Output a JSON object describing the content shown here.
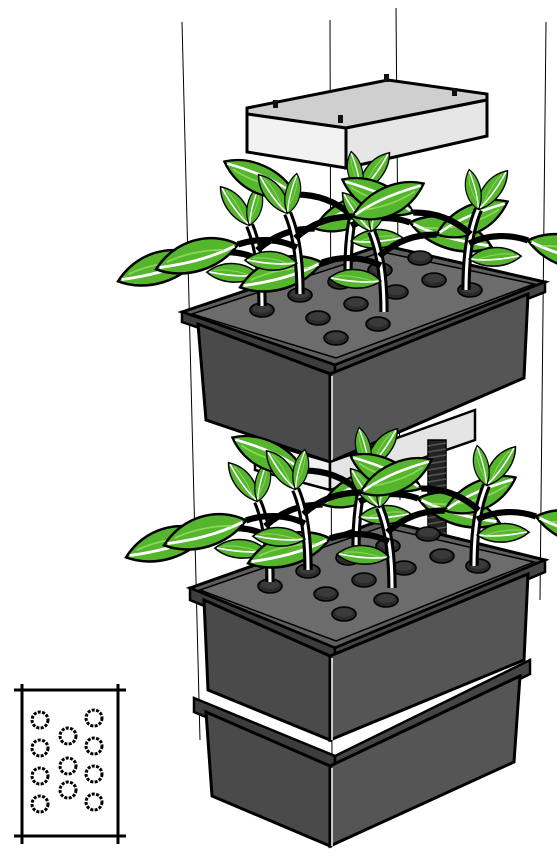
{
  "colors": {
    "outline": "#000000",
    "tub_front": "#4a4a4a",
    "tub_side": "#5c5c5c",
    "tub_top": "#6a6a6a",
    "lid_top": "#d6d6d6",
    "lid_front": "#f2f2f2",
    "leaf_dark": "#55b52d",
    "leaf_light": "#8ad85a",
    "stem": "#222222",
    "background": "#ffffff"
  },
  "figure": {
    "parts": [
      "light-fixture",
      "upper-grow-tub",
      "lighting-module",
      "lower-grow-tub",
      "reservoir-tub",
      "net-pot-hole-layout-inset"
    ],
    "upper_tub_hole_count": 12,
    "lower_tub_hole_count": 12,
    "inset_hole_count": 11,
    "plant_count_per_tub": 5
  }
}
